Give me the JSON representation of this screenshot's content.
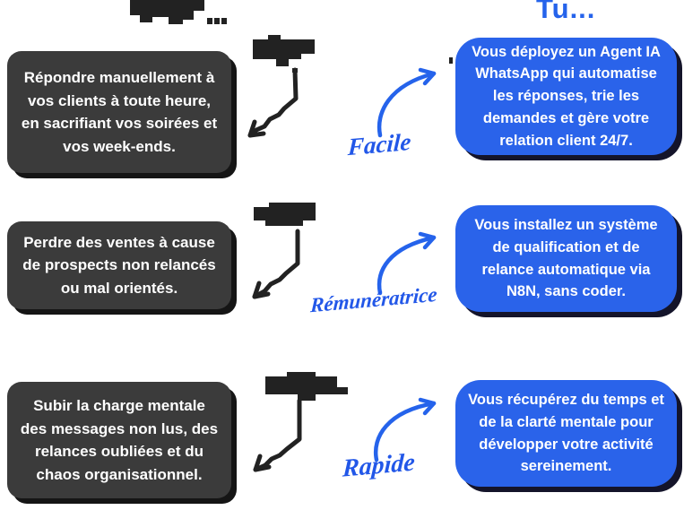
{
  "header": {
    "left_title_redacted": true,
    "right_title": "Tu..."
  },
  "rows": [
    {
      "pain_text": "Répondre manuellement à vos clients à toute heure, en sacrifiant vos soirées et vos week-ends.",
      "middle_word_redacted": true,
      "benefit_word": "Facile",
      "solution_text": "Vous déployez un Agent IA WhatsApp qui automatise les réponses, trie les demandes et gère votre relation client 24/7."
    },
    {
      "pain_text": "Perdre des ventes à cause de prospects non relancés ou mal orientés.",
      "middle_word_redacted": true,
      "benefit_word": "Rémunératrice",
      "solution_text": "Vous installez un système de qualification et de relance automatique via N8N, sans coder."
    },
    {
      "pain_text": "Subir la charge mentale des messages non lus, des relances oubliées et du chaos organisationnel.",
      "middle_word_redacted": true,
      "benefit_word": "Rapide",
      "solution_text": "Vous récupérez du temps et de la clarté mentale pour développer votre activité sereinement."
    }
  ],
  "colors": {
    "accent_blue": "#2563eb",
    "blue_box": "#2a63ea",
    "dark_box": "#3b3b3b",
    "box_shadow": "#151515",
    "text_on_boxes": "#ffffff",
    "ink": "#222222"
  }
}
